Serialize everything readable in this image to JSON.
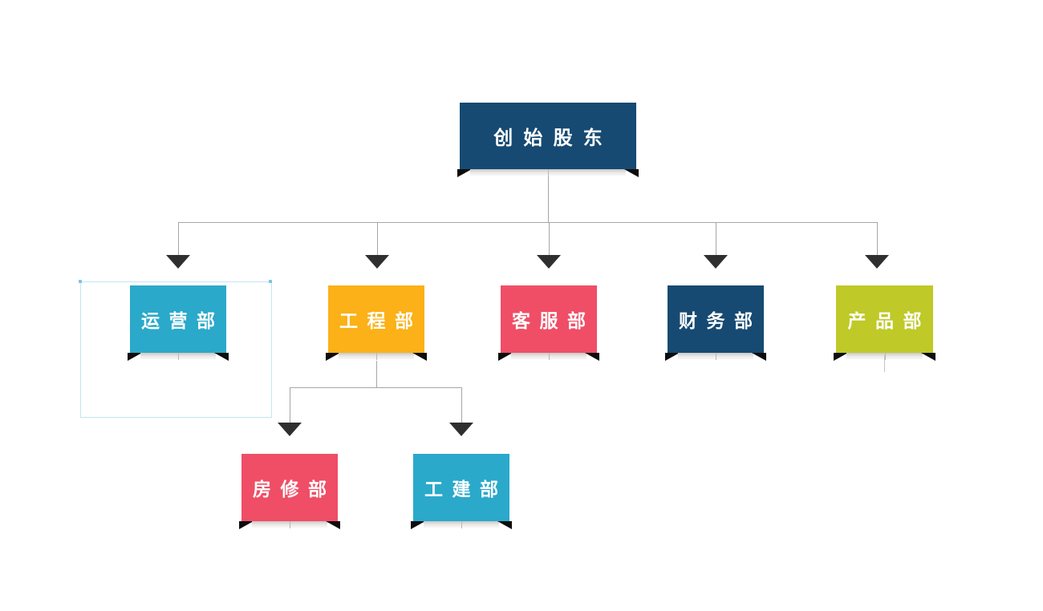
{
  "diagram": {
    "type": "org-chart",
    "root": {
      "label": "创始股东",
      "color": "#164a72"
    },
    "departments": [
      {
        "label": "运营部",
        "color": "#2aa9ca"
      },
      {
        "label": "工程部",
        "color": "#fbb117"
      },
      {
        "label": "客服部",
        "color": "#ef4e66"
      },
      {
        "label": "财务部",
        "color": "#164a72"
      },
      {
        "label": "产品部",
        "color": "#bfc928"
      }
    ],
    "sub_departments": [
      {
        "label": "房修部",
        "color": "#ef4e66",
        "parent": "工程部"
      },
      {
        "label": "工建部",
        "color": "#2aa9ca",
        "parent": "工程部"
      }
    ],
    "connector_color": "#a6a6a6",
    "arrowhead_color": "#2f2f2f",
    "background_color": "#ffffff"
  }
}
